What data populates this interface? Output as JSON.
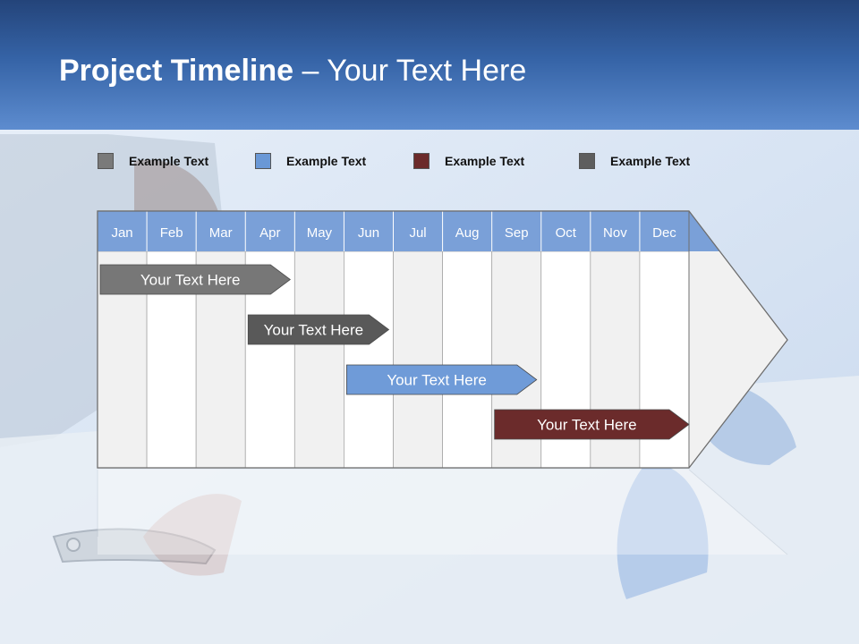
{
  "title": {
    "bold": "Project Timeline",
    "rest": " – Your Text Here"
  },
  "legend": [
    {
      "label": "Example Text",
      "color": "#7a7a7a"
    },
    {
      "label": "Example Text",
      "color": "#6a98d6"
    },
    {
      "label": "Example Text",
      "color": "#6b2a2a"
    },
    {
      "label": "Example Text",
      "color": "#5e5e5e"
    }
  ],
  "chart_data": {
    "type": "gantt",
    "months": [
      "Jan",
      "Feb",
      "Mar",
      "Apr",
      "May",
      "Jun",
      "Jul",
      "Aug",
      "Sep",
      "Oct",
      "Nov",
      "Dec"
    ],
    "tasks": [
      {
        "label": "Your  Text Here",
        "start": 1,
        "end": 4,
        "color": "#777777"
      },
      {
        "label": "Your  Text Here",
        "start": 4,
        "end": 6,
        "color": "#595959"
      },
      {
        "label": "Your  Text Here",
        "start": 6,
        "end": 9,
        "color": "#6f9bd8"
      },
      {
        "label": "Your  Text Here",
        "start": 9,
        "end": 12,
        "color": "#6b2b2b"
      }
    ]
  }
}
